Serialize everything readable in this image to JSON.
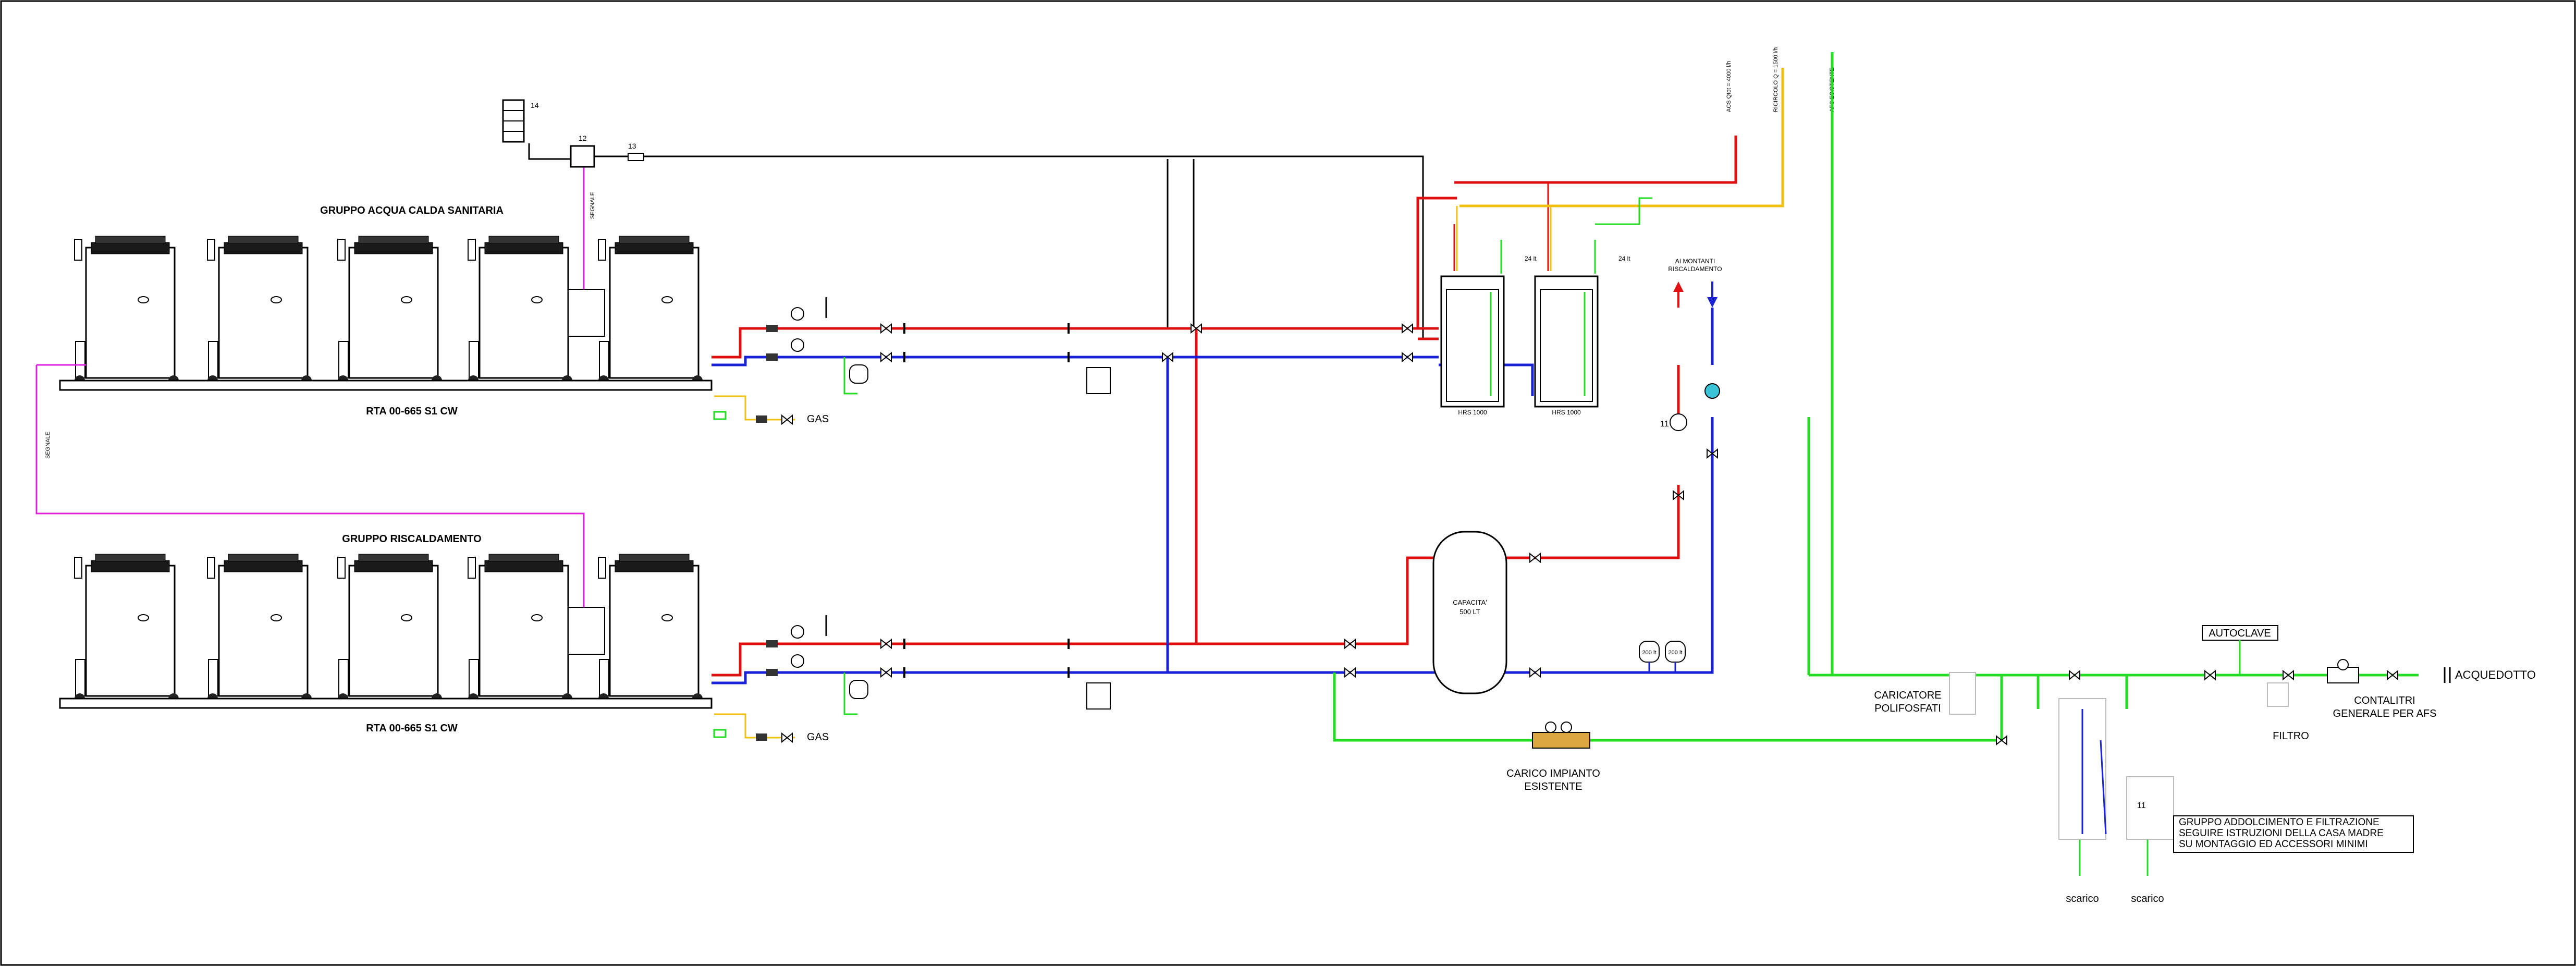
{
  "colors": {
    "hot": "#e01010",
    "cold": "#1a22d8",
    "gas": "#f2c010",
    "water": "#22dd22",
    "signal": "#e020e0",
    "black": "#000000"
  },
  "groups": [
    {
      "title": "GRUPPO ACQUA CALDA SANITARIA",
      "model": "RTA 00-665 S1 CW",
      "gas_label": "GAS"
    },
    {
      "title": "GRUPPO RISCALDAMENTO",
      "model": "RTA 00-665 S1 CW",
      "gas_label": "GAS"
    }
  ],
  "signal_line_label": "SEGNALE",
  "tags": {
    "t14": "14",
    "t12": "12",
    "t13": "13",
    "t11": "11"
  },
  "boilers": [
    {
      "label": "HRS 1000"
    },
    {
      "label": "HRS 1000"
    }
  ],
  "vertical_labels": {
    "acs": "ACS Qtot = 4000 l/h",
    "ricircolo": "RICIRCOLO Q = 1500 l/h",
    "afs": "AFS ESISTENTE"
  },
  "montanti": {
    "line1": "AI MONTANTI",
    "line2": "RISCALDAMENTO"
  },
  "capacita": {
    "line1": "CAPACITA'",
    "line2": "500 LT"
  },
  "expansion": {
    "v1": "200 lt",
    "v2": "200 lt"
  },
  "small_tags": {
    "a": "24 lt",
    "b": "24 lt"
  },
  "autoclave": "AUTOCLAVE",
  "acquedotto": "ACQUEDOTTO",
  "contalitri": {
    "line1": "CONTALITRI",
    "line2": "GENERALE PER AFS"
  },
  "filtro": "FILTRO",
  "caricatore": {
    "line1": "CARICATORE",
    "line2": "POLIFOSFATI"
  },
  "carico": {
    "line1": "CARICO IMPIANTO",
    "line2": "ESISTENTE"
  },
  "addolcimento": {
    "line1": "GRUPPO ADDOLCIMENTO E FILTRAZIONE",
    "line2": "SEGUIRE ISTRUZIONI DELLA CASA MADRE",
    "line3": "SU MONTAGGIO ED ACCESSORI MINIMI"
  },
  "scarico": [
    "scarico",
    "scarico"
  ],
  "softener_tag": "11"
}
